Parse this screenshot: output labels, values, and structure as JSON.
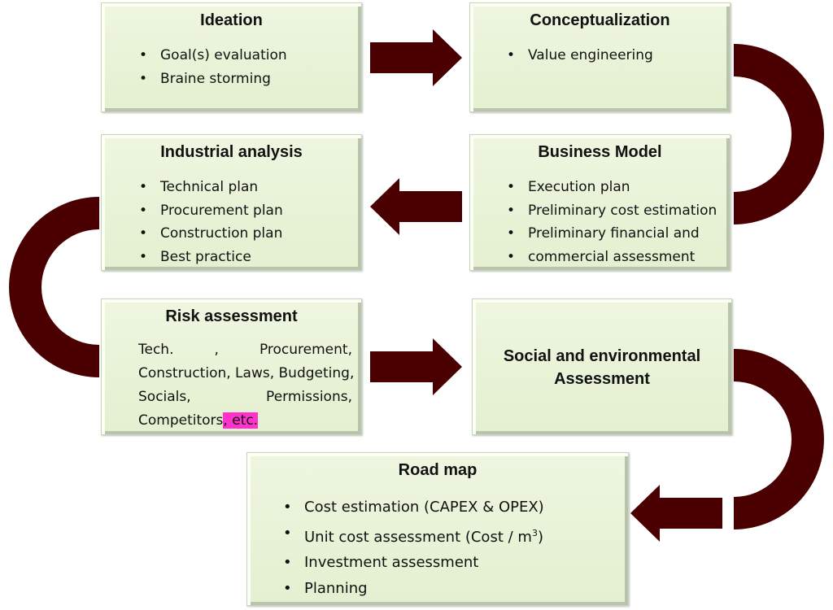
{
  "ideation": {
    "title": "Ideation",
    "items": [
      "Goal(s) evaluation",
      "Braine storming"
    ]
  },
  "conceptualization": {
    "title": "Conceptualization",
    "items": [
      "Value engineering"
    ]
  },
  "business_model": {
    "title": "Business Model",
    "items": [
      "Execution plan",
      "Preliminary cost estimation",
      "Preliminary financial and",
      "commercial assessment"
    ]
  },
  "industrial_analysis": {
    "title": "Industrial analysis",
    "items": [
      "Technical plan",
      "Procurement plan",
      "Construction plan",
      "Best practice"
    ]
  },
  "risk_assessment": {
    "title": "Risk assessment",
    "line1_a": "Tech.",
    "line1_b": ",",
    "line1_c": "Procurement,",
    "line2": "Construction, Laws, Budgeting,",
    "line3_a": "Socials,",
    "line3_b": "Permissions,",
    "line4_a": "Competitors",
    "line4_b": ", etc."
  },
  "social_env": {
    "title_line1": "Social and environmental",
    "title_line2": "Assessment"
  },
  "road_map": {
    "title": "Road map",
    "items": [
      "Cost estimation (CAPEX & OPEX)",
      "Unit cost assessment (Cost / m",
      "Investment assessment",
      "Planning"
    ],
    "unit_superscript": "3",
    "unit_close": ")"
  },
  "colors": {
    "box_fill": "#e4f0d0",
    "arrow": "#4a0000",
    "highlight": "#ff33cc"
  }
}
